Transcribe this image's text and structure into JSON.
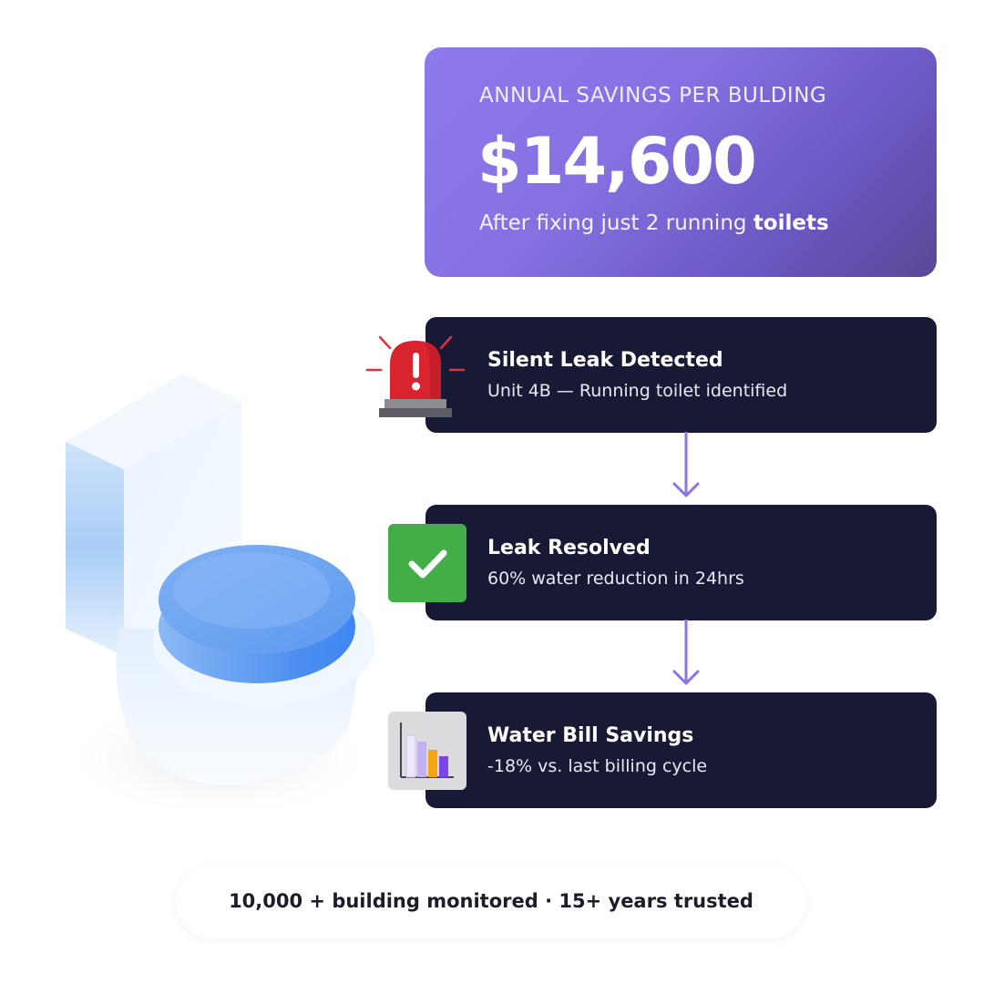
{
  "savings": {
    "eyebrow": "ANNUAL SAVINGS PER BULDING",
    "amount": "$14,600",
    "subtitle_prefix": "After fixing just 2 running ",
    "subtitle_emphasis": "toilets"
  },
  "steps": [
    {
      "title": "Silent Leak Detected",
      "description": "Unit 4B — Running toilet identified",
      "icon": "alarm-siren-icon"
    },
    {
      "title": "Leak Resolved",
      "description": "60% water reduction in 24hrs",
      "icon": "checkmark-icon"
    },
    {
      "title": "Water Bill Savings",
      "description": "-18% vs. last billing cycle",
      "icon": "bar-chart-icon"
    }
  ],
  "footer": {
    "text": "10,000 + building monitored · 15+ years trusted"
  },
  "colors": {
    "card_purple": "#8670e2",
    "card_dark": "#181a35",
    "connector": "#8d73e6",
    "alarm_red": "#d9232e",
    "check_green": "#43ae48"
  }
}
